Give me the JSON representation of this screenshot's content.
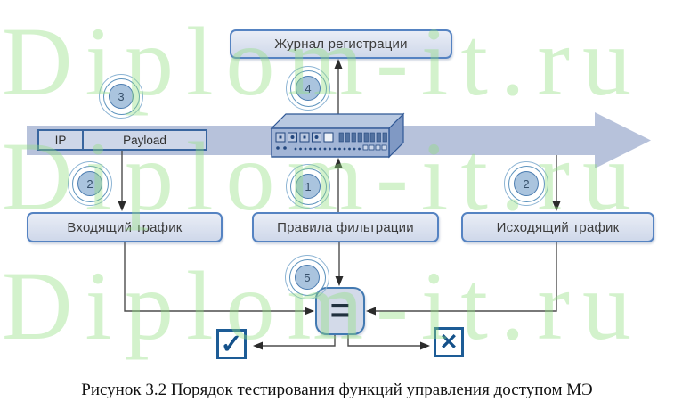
{
  "watermark": {
    "text": "Diplom-it.ru"
  },
  "caption": "Рисунок 3.2 Порядок тестирования функций управления доступом МЭ",
  "nodes": {
    "log": "Журнал регистрации",
    "incoming": "Входящий трафик",
    "rules": "Правила фильтрации",
    "outgoing": "Исходящий трафик"
  },
  "packet": {
    "ip": "IP",
    "payload": "Payload"
  },
  "steps": {
    "rules_check": "1",
    "incoming_traffic": "2",
    "outgoing_traffic": "2",
    "packet_inject": "3",
    "logging": "4",
    "compare": "5"
  },
  "comparator": {
    "symbol": "="
  },
  "result": {
    "pass_icon": "✓",
    "fail_icon": "✕"
  },
  "colors": {
    "flow_arrow": "#b7c2db",
    "node_border": "#5583c2",
    "node_fill": "#d8deed",
    "device_blue": "#a2b5d6",
    "result_border": "#1d5c96",
    "watermark_green": "#92de80"
  }
}
